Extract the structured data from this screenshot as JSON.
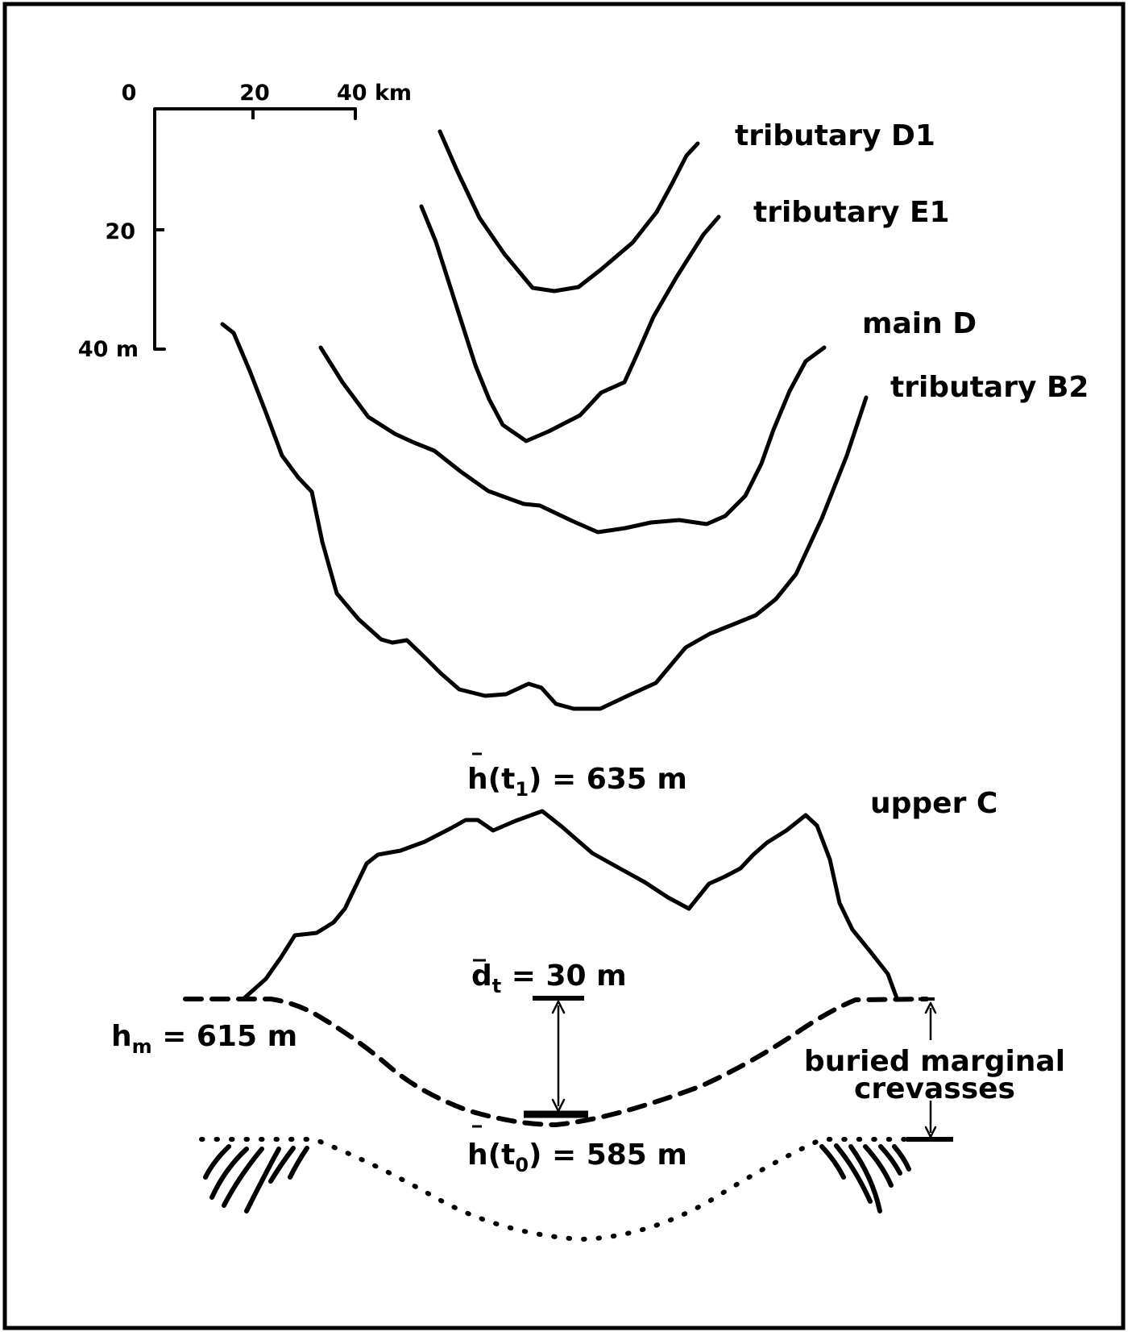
{
  "scale_bar": {
    "x_ticks": [
      "0",
      "20",
      "40 km"
    ],
    "y_ticks": [
      "20",
      "40 m"
    ]
  },
  "profiles": [
    {
      "id": "tributary-d1",
      "label": "tributary D1"
    },
    {
      "id": "tributary-e1",
      "label": "tributary E1"
    },
    {
      "id": "main-d",
      "label": "main D"
    },
    {
      "id": "tributary-b2",
      "label": "tributary B2"
    },
    {
      "id": "upper-c",
      "label": "upper C"
    }
  ],
  "annotations": {
    "h_t1": {
      "var": "h",
      "open": "(t",
      "sub": "1",
      "close": ") = 635 m"
    },
    "d_t": {
      "var": "d",
      "sub": "t",
      "rest": " = 30 m"
    },
    "h_m": {
      "var": "h",
      "sub": "m",
      "rest": " = 615 m"
    },
    "h_t0": {
      "var": "h",
      "open": "(t",
      "sub": "0",
      "close": ") = 585 m"
    },
    "buried": {
      "line1": "buried marginal",
      "line2": "crevasses"
    }
  }
}
